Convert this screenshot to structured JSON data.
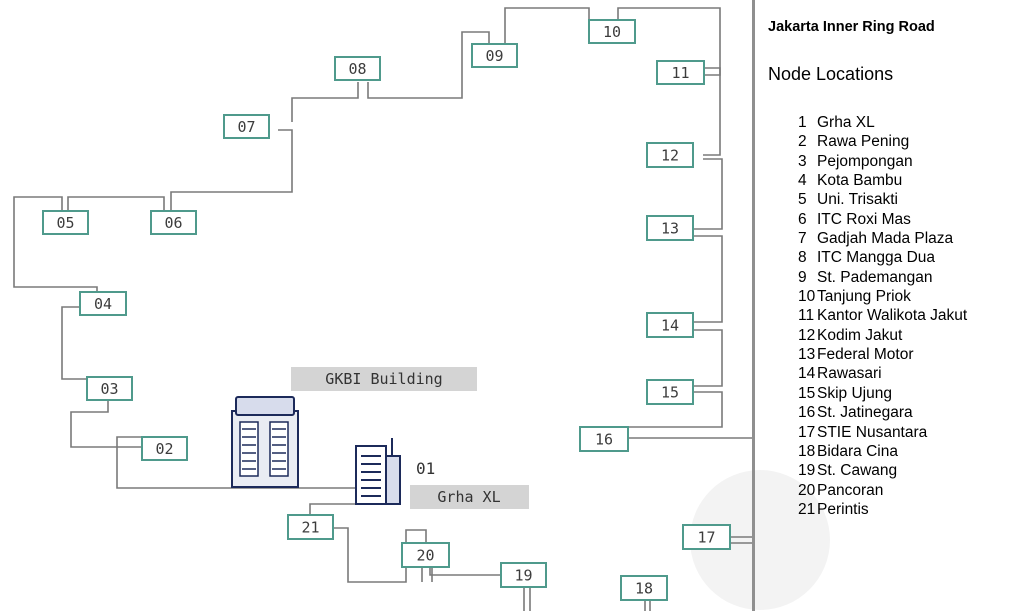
{
  "diagram": {
    "title": "Jakarta Inner Ring Road",
    "subtitle": "Node Locations",
    "building_labels": {
      "gkbi": "GKBI Building",
      "grha": "Grha XL"
    },
    "node_labels": [
      "01",
      "02",
      "03",
      "04",
      "05",
      "06",
      "07",
      "08",
      "09",
      "10",
      "11",
      "12",
      "13",
      "14",
      "15",
      "16",
      "17",
      "18",
      "19",
      "20",
      "21"
    ],
    "line_color": "#7a7a7a",
    "box_border_color": "#4f9a8c",
    "box_text_color": "#3c3c3c",
    "label_bg_color": "#d4d4d4",
    "building_icons": [
      "office-tower-icon",
      "office-building-icon"
    ]
  },
  "legend": [
    {
      "num": "1",
      "name": "Grha XL"
    },
    {
      "num": "2",
      "name": "Rawa Pening"
    },
    {
      "num": "3",
      "name": "Pejompongan"
    },
    {
      "num": "4",
      "name": "Kota Bambu"
    },
    {
      "num": "5",
      "name": "Uni. Trisakti"
    },
    {
      "num": "6",
      "name": "ITC Roxi Mas"
    },
    {
      "num": "7",
      "name": "Gadjah Mada Plaza"
    },
    {
      "num": "8",
      "name": "ITC Mangga Dua"
    },
    {
      "num": "9",
      "name": "St. Pademangan"
    },
    {
      "num": "10",
      "name": "Tanjung Priok"
    },
    {
      "num": "11",
      "name": "Kantor Walikota Jakut"
    },
    {
      "num": "12",
      "name": "Kodim Jakut"
    },
    {
      "num": "13",
      "name": "Federal Motor"
    },
    {
      "num": "14",
      "name": "Rawasari"
    },
    {
      "num": "15",
      "name": "Skip Ujung"
    },
    {
      "num": "16",
      "name": "St. Jatinegara"
    },
    {
      "num": "17",
      "name": "STIE Nusantara"
    },
    {
      "num": "18",
      "name": "Bidara Cina"
    },
    {
      "num": "19",
      "name": "St. Cawang"
    },
    {
      "num": "20",
      "name": "Pancoran"
    },
    {
      "num": "21",
      "name": "Perintis"
    }
  ]
}
